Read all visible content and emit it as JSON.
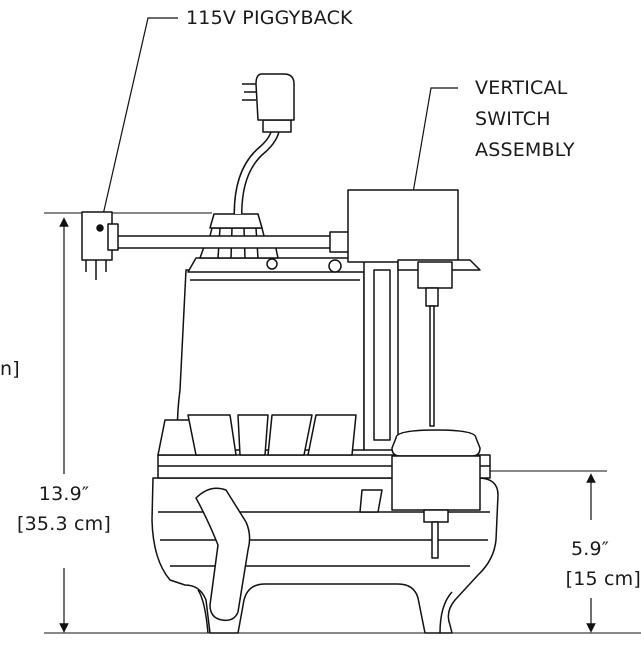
{
  "callouts": {
    "piggyback": "115V PIGGYBACK",
    "switch_line1": "VERTICAL",
    "switch_line2": "SWITCH",
    "switch_line3": "ASSEMBLY"
  },
  "dimensions": {
    "overall_in": "13.9″",
    "overall_cm": "[35.3 cm]",
    "base_in": "5.9″",
    "base_cm": "[15 cm]",
    "cropped_left": "n]"
  }
}
